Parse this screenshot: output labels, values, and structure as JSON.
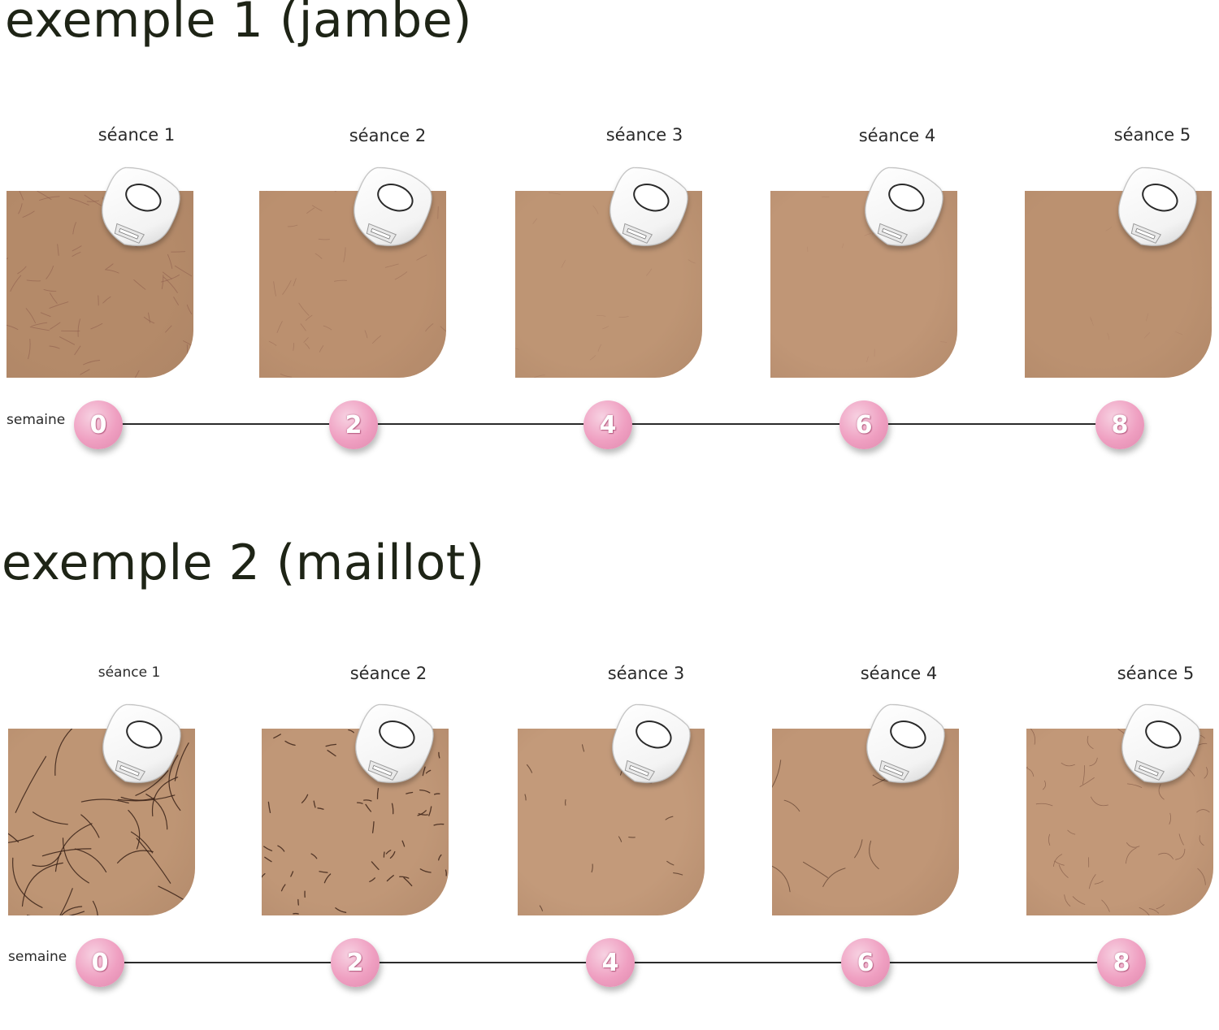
{
  "examples": [
    {
      "title": "exemple 1 (jambe)",
      "week_label": "semaine",
      "sessions": [
        {
          "label": "séance 1",
          "week": "0",
          "skin_color": "#b48a69",
          "hair": "fine-dense"
        },
        {
          "label": "séance 2",
          "week": "2",
          "skin_color": "#bb906f",
          "hair": "fine-medium"
        },
        {
          "label": "séance 3",
          "week": "4",
          "skin_color": "#be9574",
          "hair": "very-light"
        },
        {
          "label": "séance 4",
          "week": "6",
          "skin_color": "#c09676",
          "hair": "minimal"
        },
        {
          "label": "séance 5",
          "week": "8",
          "skin_color": "#bb9170",
          "hair": "minimal"
        }
      ]
    },
    {
      "title": "exemple 2 (maillot)",
      "week_label": "semaine",
      "sessions": [
        {
          "label": "séance 1",
          "week": "0",
          "skin_color": "#be9574",
          "hair": "coarse-dense"
        },
        {
          "label": "séance 2",
          "week": "2",
          "skin_color": "#c09777",
          "hair": "short-stubble"
        },
        {
          "label": "séance 3",
          "week": "4",
          "skin_color": "#c39a7a",
          "hair": "sparse"
        },
        {
          "label": "séance 4",
          "week": "6",
          "skin_color": "#c09676",
          "hair": "few"
        },
        {
          "label": "séance 5",
          "week": "8",
          "skin_color": "#c29878",
          "hair": "fine-curly"
        }
      ]
    }
  ],
  "device_icon": "ipl-epilator-device-icon",
  "marker_color": "#ef9fc1"
}
